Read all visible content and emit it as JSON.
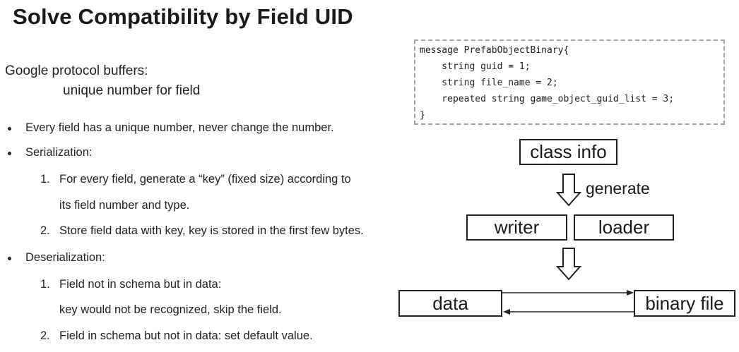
{
  "title": "Solve Compatibility by Field UID",
  "intro": {
    "line1": "Google protocol buffers:",
    "line2": "unique number for field"
  },
  "bullets": [
    {
      "text": "Every field has a unique number, never change the number."
    },
    {
      "text": "Serialization:"
    },
    {
      "text": "Deserialization:"
    }
  ],
  "serialization_steps": [
    {
      "num": "1.",
      "line1": "For every field, generate a “key” (fixed size) according to",
      "line2": "its field number and type."
    },
    {
      "num": "2.",
      "line1": "Store field data with key, key is stored in the first few bytes."
    }
  ],
  "deserialization_steps": [
    {
      "num": "1.",
      "line1": "Field not in schema but in data:",
      "line2": "key would not be recognized, skip the field."
    },
    {
      "num": "2.",
      "line1": "Field in schema but not in data: set default value."
    }
  ],
  "code": {
    "lines": [
      "message PrefabObjectBinary{",
      "    string guid = 1;",
      "    string file_name = 2;",
      "    repeated string game_object_guid_list = 3;",
      "}"
    ]
  },
  "diagram": {
    "class_info": "class info",
    "generate": "generate",
    "writer": "writer",
    "loader": "loader",
    "data": "data",
    "binary_file": "binary file"
  },
  "colors": {
    "text": "#222222",
    "box_border": "#222222",
    "dashed_border": "#a0a0a0"
  }
}
